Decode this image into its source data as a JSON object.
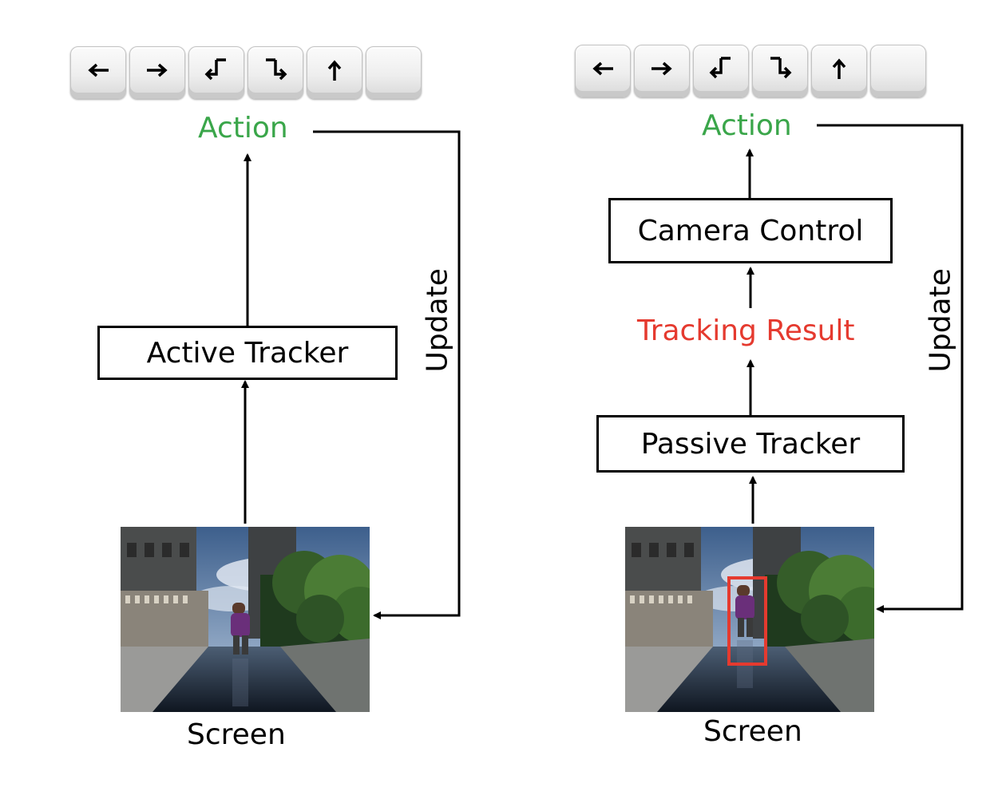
{
  "left": {
    "keys": [
      "left-arrow",
      "right-arrow",
      "turn-left-arrow",
      "turn-right-arrow",
      "up-arrow",
      "blank"
    ],
    "action_label": "Action",
    "tracker_label": "Active Tracker",
    "update_label": "Update",
    "screen_label": "Screen"
  },
  "right": {
    "keys": [
      "left-arrow",
      "right-arrow",
      "turn-left-arrow",
      "turn-right-arrow",
      "up-arrow",
      "blank"
    ],
    "action_label": "Action",
    "camera_label": "Camera Control",
    "result_label": "Tracking Result",
    "tracker_label": "Passive Tracker",
    "update_label": "Update",
    "screen_label": "Screen"
  },
  "colors": {
    "action": "#3aa64a",
    "tracking_result": "#e53a2f",
    "bounding_box": "#e53a2f"
  }
}
